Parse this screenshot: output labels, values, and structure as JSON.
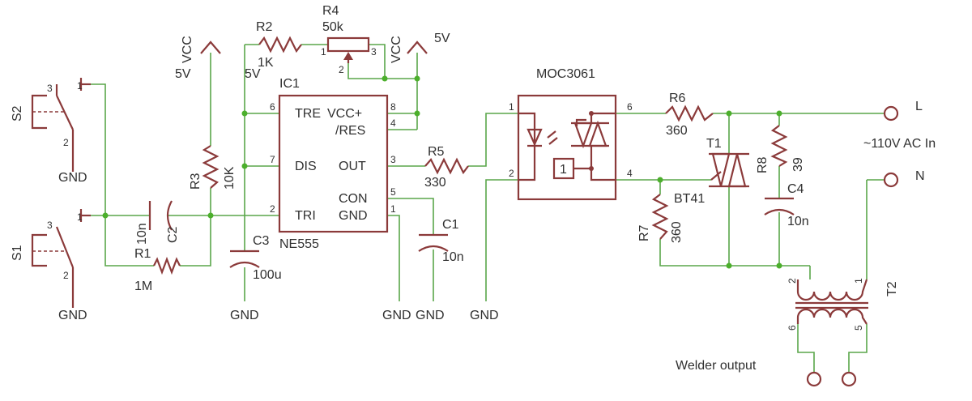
{
  "labels": {
    "s2": "S2",
    "s1": "S1",
    "gnd": "GND",
    "vcc": "VCC",
    "v5": "5V",
    "r1_name": "R1",
    "r1_val": "1M",
    "r2_name": "R2",
    "r2_val": "1K",
    "r3_name": "R3",
    "r3_val": "10K",
    "r4_name": "R4",
    "r4_val": "50k",
    "r5_name": "R5",
    "r5_val": "330",
    "r6_name": "R6",
    "r6_val": "360",
    "r7_name": "R7",
    "r7_val": "360",
    "r8_name": "R8",
    "r8_val": "39",
    "c1_name": "C1",
    "c1_val": "10n",
    "c2_name": "C2",
    "c2_val": "10n",
    "c3_name": "C3",
    "c3_val": "100u",
    "c4_name": "C4",
    "c4_val": "10n",
    "ic1_name": "IC1",
    "ic1_part": "NE555",
    "ic_tre": "TRE",
    "ic_dis": "DIS",
    "ic_tri": "TRI",
    "ic_vcc": "VCC+",
    "ic_res": "/RES",
    "ic_out": "OUT",
    "ic_con": "CON",
    "ic_gnd": "GND",
    "opto": "MOC3061",
    "opto_zc": "1",
    "t1_name": "T1",
    "t1_part": "BT41",
    "t2_name": "T2",
    "line_l": "L",
    "line_n": "N",
    "ac_in": "~110V AC In",
    "welder": "Welder output"
  },
  "pins": {
    "one": "1",
    "two": "2",
    "three": "3",
    "four": "4",
    "five": "5",
    "six": "6",
    "seven": "7",
    "eight": "8"
  },
  "colors": {
    "wire": "#5aa64a",
    "part": "#8b3a3a",
    "junction": "#4caf2c",
    "text": "#303030"
  }
}
